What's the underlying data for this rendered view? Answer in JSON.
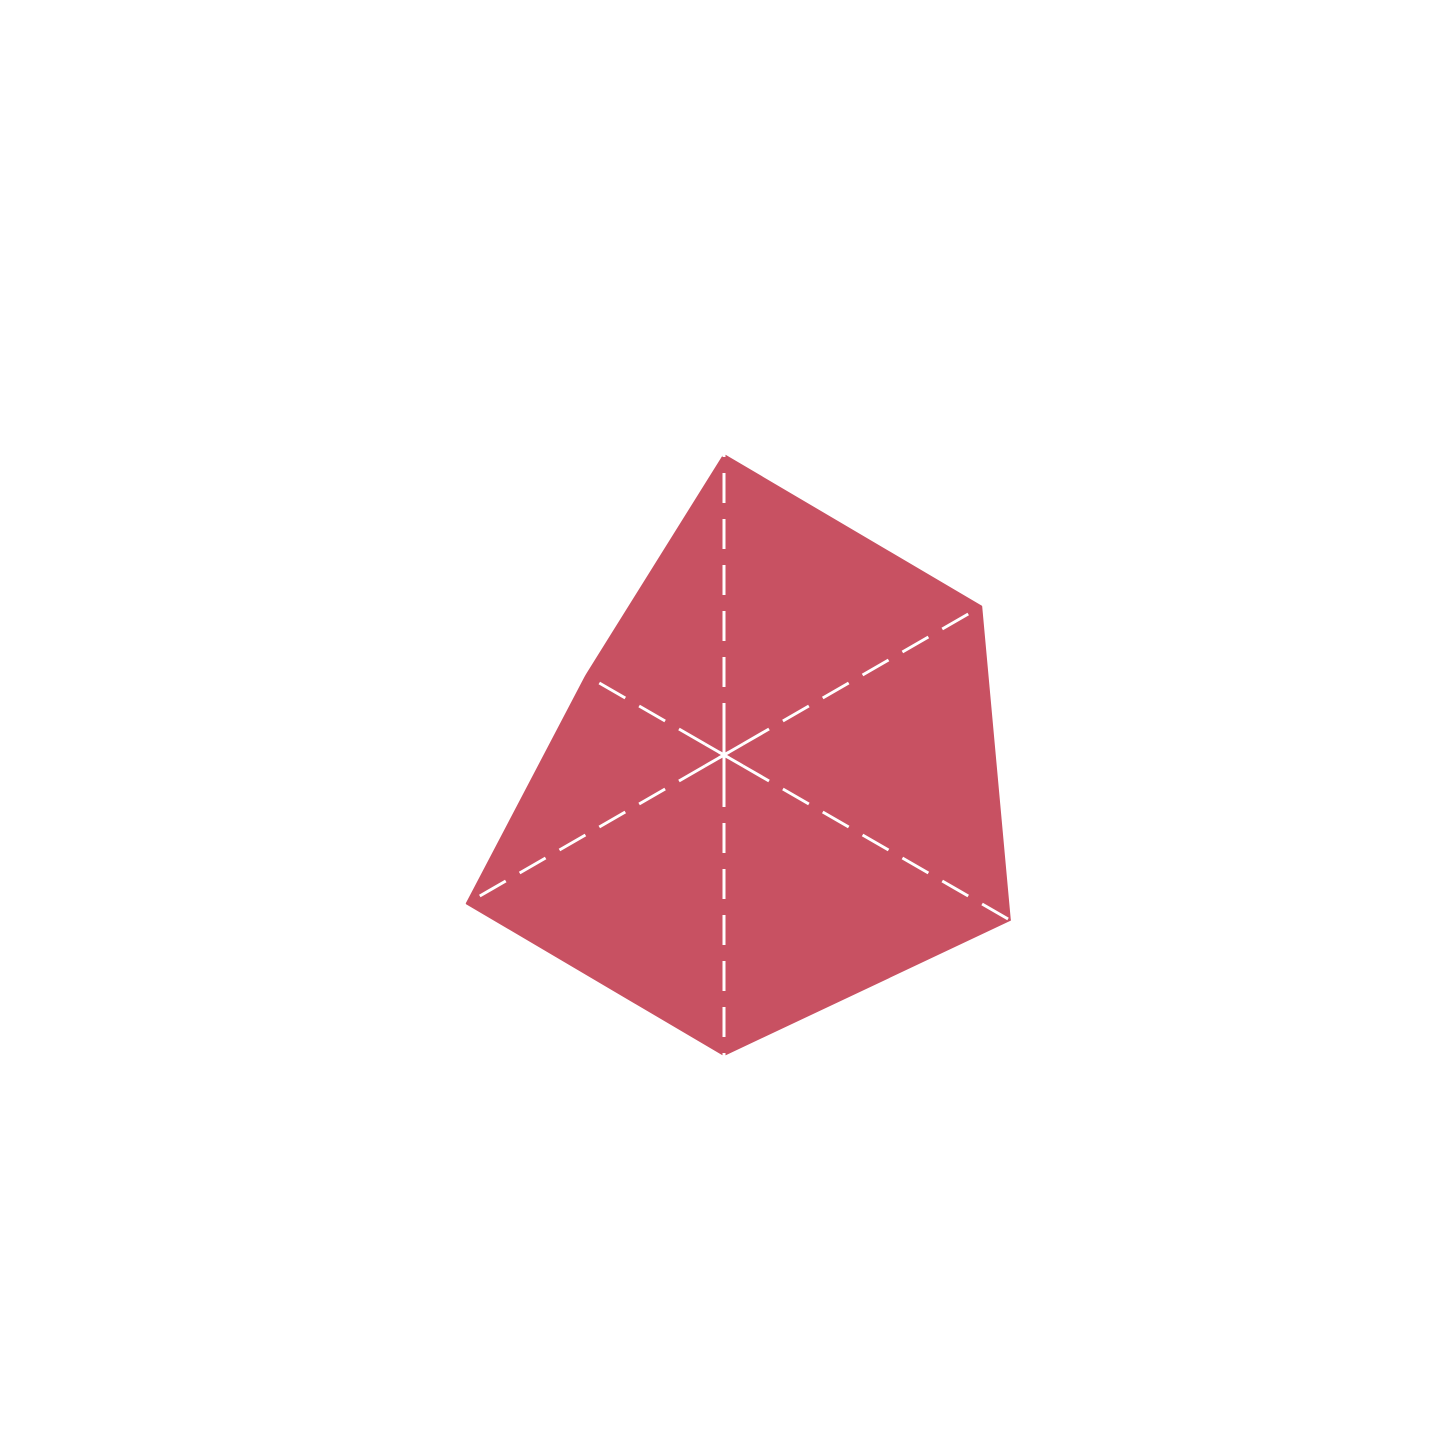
{
  "chart_data": {
    "type": "radar",
    "axes": [
      "",
      "",
      "",
      "",
      "",
      ""
    ],
    "series": [
      {
        "values": [
          1.0,
          0.99,
          1.1,
          1.0,
          0.99,
          0.53
        ]
      }
    ],
    "rlim": [
      0,
      1
    ],
    "grid": true,
    "legend": "none",
    "colors": {
      "fill": "#c85162",
      "grid": "#ffffff",
      "background": "#ffffff"
    }
  }
}
